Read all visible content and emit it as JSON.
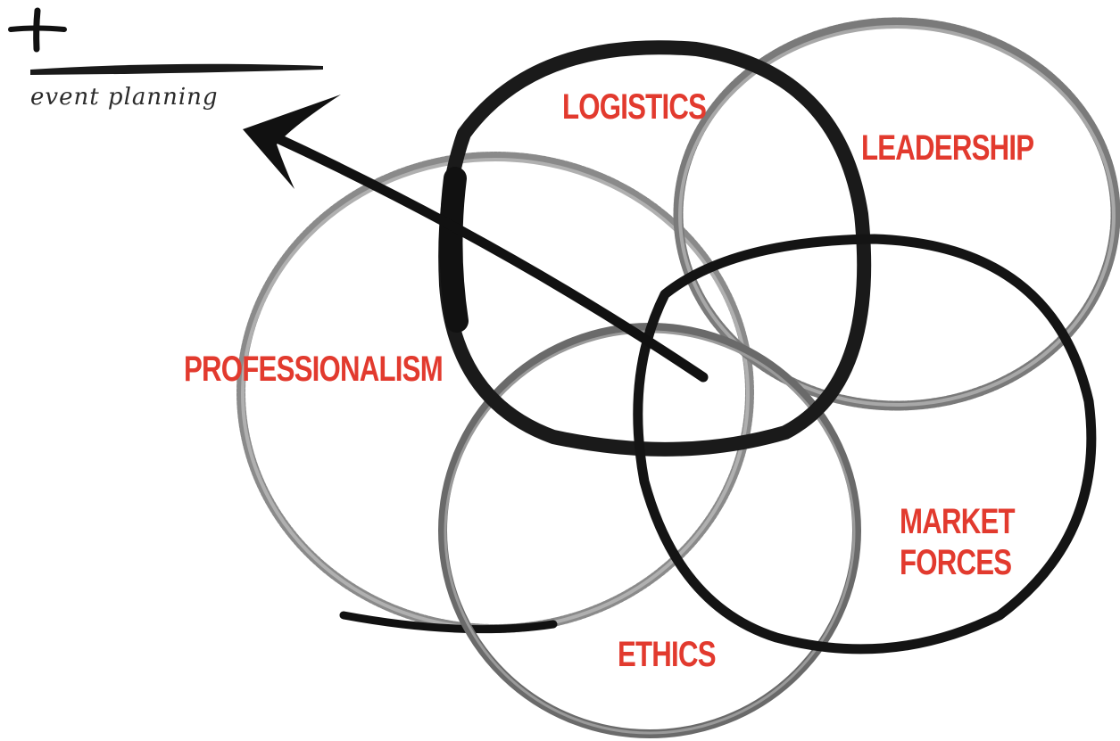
{
  "header": {
    "plus_symbol": "+",
    "subtitle": "event planning"
  },
  "labels": {
    "logistics": "LOGISTICS",
    "leadership": "LEADERSHIP",
    "professionalism": "PROFESSIONALISM",
    "market_forces": [
      "MARKET",
      "FORCES"
    ],
    "ethics": "ETHICS"
  },
  "colors": {
    "label": "#e23a2e",
    "ink": "#111111",
    "ink_light": "#8a8a8a",
    "ink_mid": "#555555",
    "background": "#ffffff"
  }
}
